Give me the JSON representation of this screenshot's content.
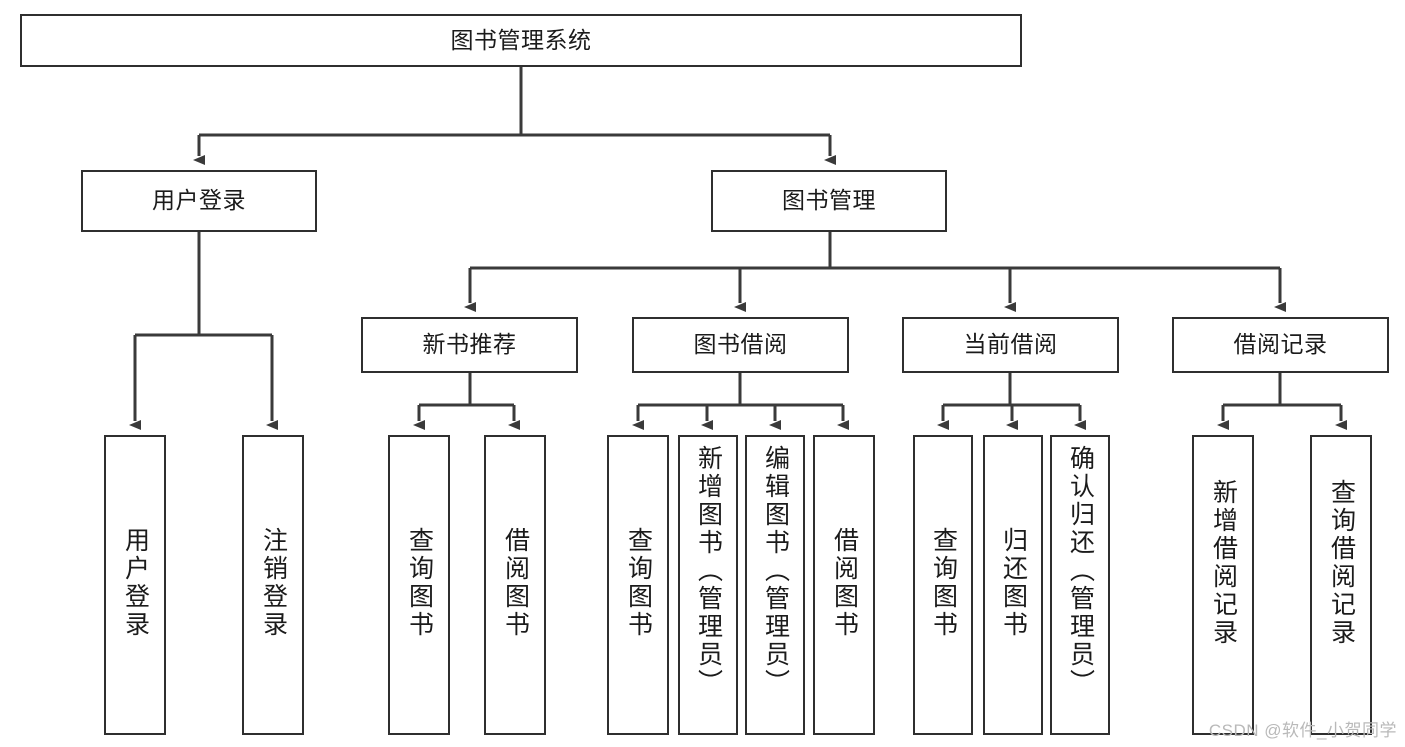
{
  "diagram": {
    "title": "图书管理系统",
    "type": "hierarchy-tree",
    "colors": {
      "box_border": "#2f2f2f",
      "box_fill": "#ffffff",
      "connector": "#3a3a3a",
      "text": "#1b1b1b",
      "watermark": "#b9b9b9"
    },
    "root": {
      "label": "图书管理系统"
    },
    "level2": [
      {
        "label": "用户登录"
      },
      {
        "label": "图书管理"
      }
    ],
    "level3": [
      {
        "label": "新书推荐"
      },
      {
        "label": "图书借阅"
      },
      {
        "label": "当前借阅"
      },
      {
        "label": "借阅记录"
      }
    ],
    "leaves": {
      "user_login": [
        {
          "label": "用户登录"
        },
        {
          "label": "注销登录"
        }
      ],
      "new_book_recommend": [
        {
          "label": "查询图书"
        },
        {
          "label": "借阅图书"
        }
      ],
      "book_borrow": [
        {
          "label": "查询图书"
        },
        {
          "label": "新增图书（管理员）"
        },
        {
          "label": "编辑图书（管理员）"
        },
        {
          "label": "借阅图书"
        }
      ],
      "current_borrow": [
        {
          "label": "查询图书"
        },
        {
          "label": "归还图书"
        },
        {
          "label": "确认归还（管理员）"
        }
      ],
      "borrow_record": [
        {
          "label": "新增借阅记录"
        },
        {
          "label": "查询借阅记录"
        }
      ]
    }
  },
  "watermark": {
    "text": "CSDN @软件_小贺同学"
  }
}
